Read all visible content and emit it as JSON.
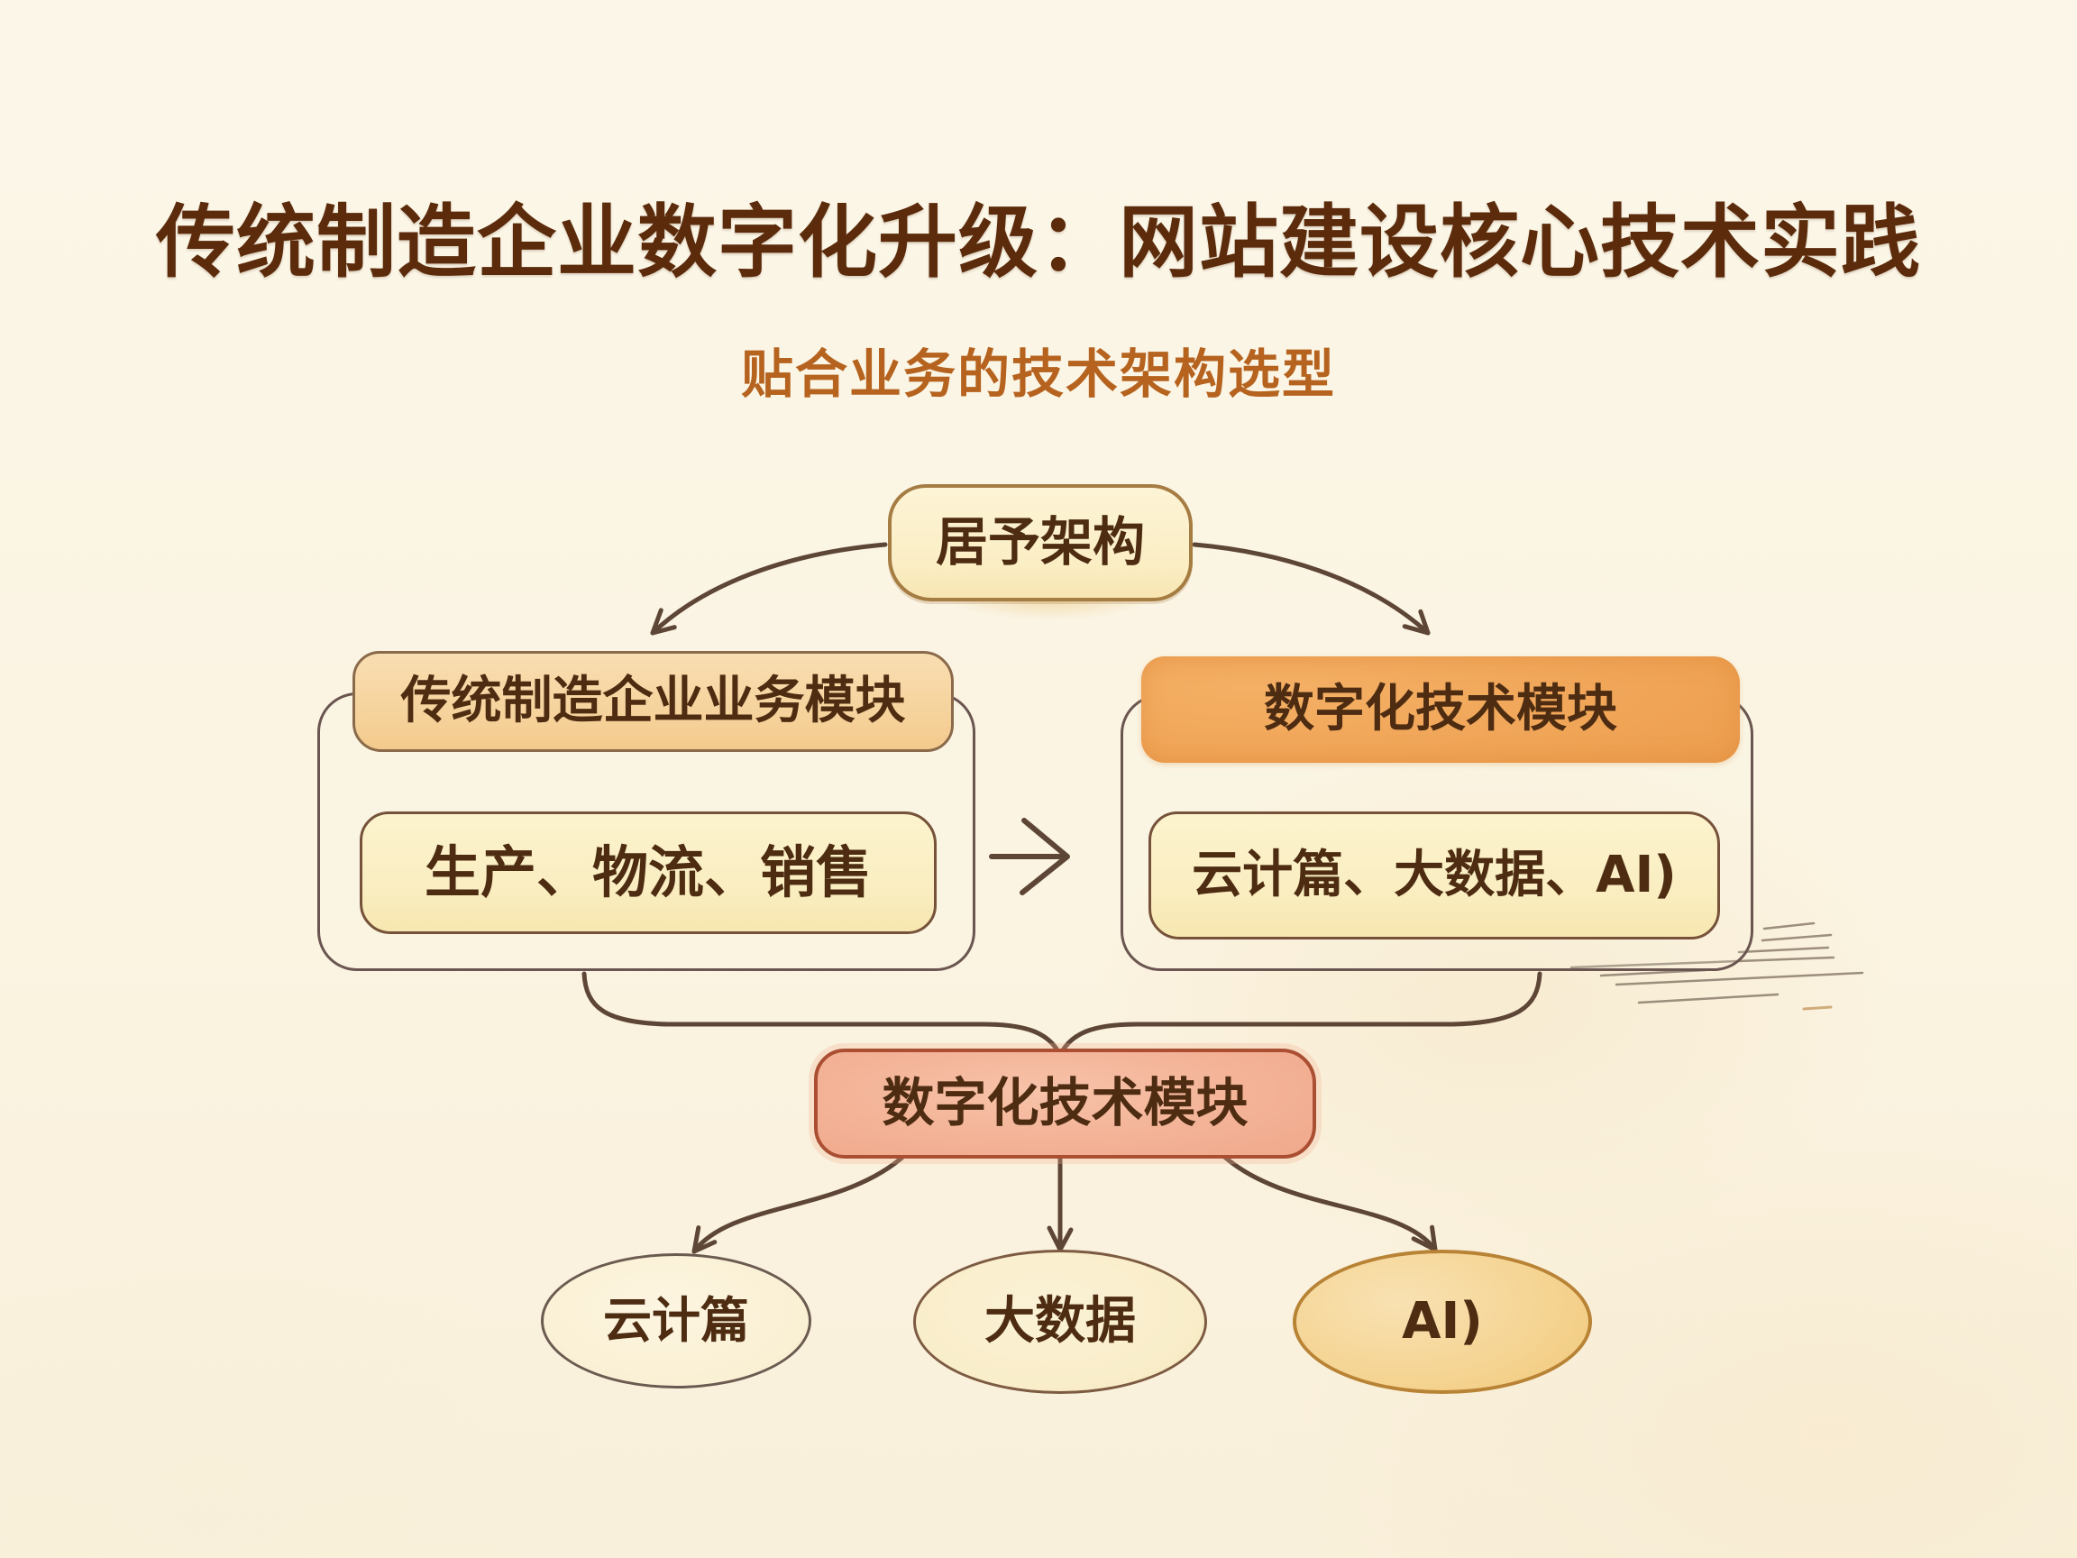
{
  "header": {
    "title": "传统制造企业数字化升级：网站建设核心技术实践",
    "subtitle": "贴合业务的技术架构选型"
  },
  "diagram": {
    "root": {
      "label": "居予架构"
    },
    "business_group": {
      "header": "传统制造企业业务模块",
      "items": "生产、物流、销售"
    },
    "tech_group": {
      "header": "数字化技术模块",
      "items": "云计篇、大数据、AI)"
    },
    "between_arrow": "→",
    "merge": {
      "label": "数字化技术模块"
    },
    "leaves": [
      {
        "label": "云计篇"
      },
      {
        "label": "大数据"
      },
      {
        "label": "AI)"
      }
    ]
  },
  "theme": {
    "paper": "#fbf5e6",
    "ink": "#5e4636",
    "pencil": "#8c7c6c",
    "title": "#5b2b0b",
    "subtitle": "#b5631e",
    "node_text": "#4d2c12",
    "root_border": "#a57c42",
    "group_border": "#6a5550",
    "header_left_border": "#8a6a4a",
    "header_right_fill": "#f0a456",
    "inner_border": "#755239",
    "merge_border": "#ab4f33",
    "merge_fill": "#f3b195",
    "leaf_border": "#6b5a50",
    "leaf2_border": "#7d5b42",
    "leaf3_border": "#b98336",
    "leaf3_fill": "#f5d492"
  }
}
